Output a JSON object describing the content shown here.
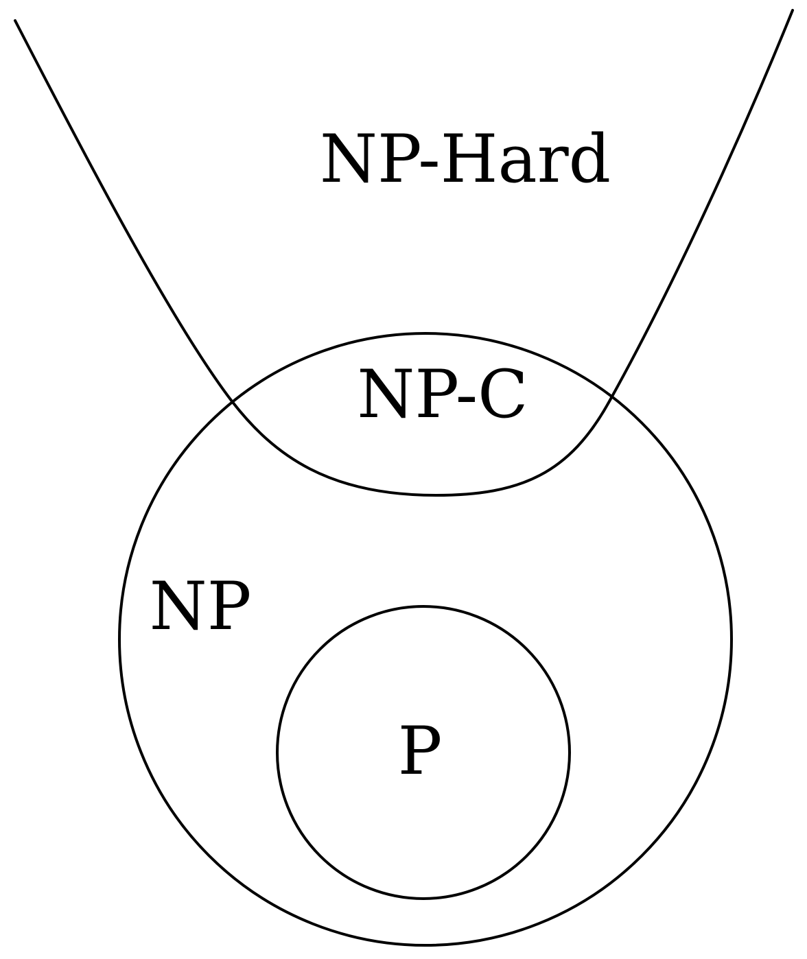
{
  "diagram": {
    "regions": {
      "np_hard": {
        "label": "NP-Hard"
      },
      "np_complete": {
        "label": "NP-C"
      },
      "np": {
        "label": "NP"
      },
      "p": {
        "label": "P"
      }
    },
    "colors": {
      "line": "#000000",
      "background": "#ffffff",
      "text": "#000000"
    }
  }
}
